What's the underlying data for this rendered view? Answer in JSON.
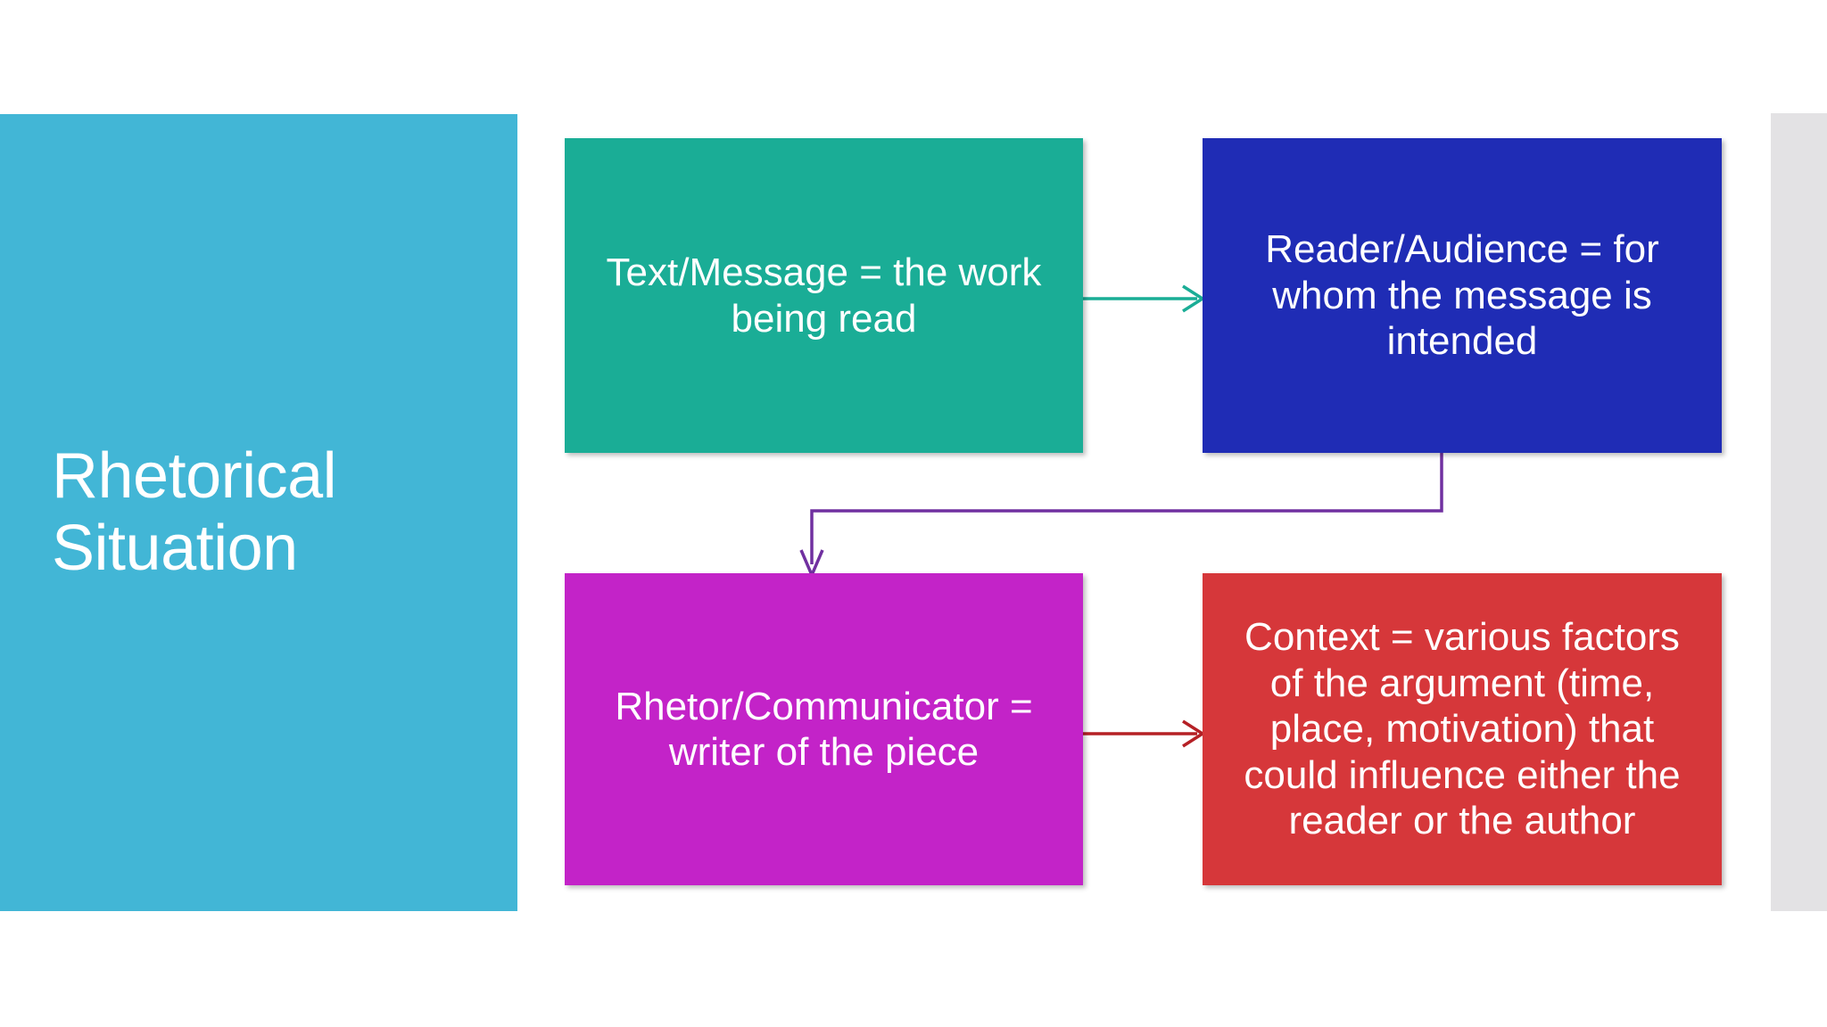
{
  "slide": {
    "title": "Rhetorical\nSituation",
    "background_color": "#ffffff",
    "title_panel_color": "#42b6d6",
    "right_panel_color": "#e3e2e4"
  },
  "diagram": {
    "type": "flowchart",
    "boxes": [
      {
        "id": "text-message",
        "label": "Text/Message = the work being read",
        "color": "#1aad96",
        "row": 1,
        "column": 1
      },
      {
        "id": "reader-audience",
        "label": "Reader/Audience = for whom the message is intended",
        "color": "#1f2cb5",
        "row": 1,
        "column": 2
      },
      {
        "id": "rhetor-communicator",
        "label": "Rhetor/Communicator = writer of the piece",
        "color": "#c323c8",
        "row": 2,
        "column": 1
      },
      {
        "id": "context",
        "label": "Context = various factors of the argument (time, place, motivation) that could influence either the reader or the author",
        "color": "#d6373a",
        "row": 2,
        "column": 2
      }
    ],
    "connectors": [
      {
        "id": "text-to-reader",
        "from": "text-message",
        "to": "reader-audience",
        "color": "#1aad96",
        "shape": "straight-horizontal",
        "arrowhead": "open-v"
      },
      {
        "id": "reader-to-rhetor",
        "from": "reader-audience",
        "to": "rhetor-communicator",
        "color": "#7030a0",
        "shape": "elbow",
        "arrowhead": "open-v"
      },
      {
        "id": "rhetor-to-context",
        "from": "rhetor-communicator",
        "to": "context",
        "color": "#b52025",
        "shape": "straight-horizontal",
        "arrowhead": "open-v"
      }
    ]
  }
}
